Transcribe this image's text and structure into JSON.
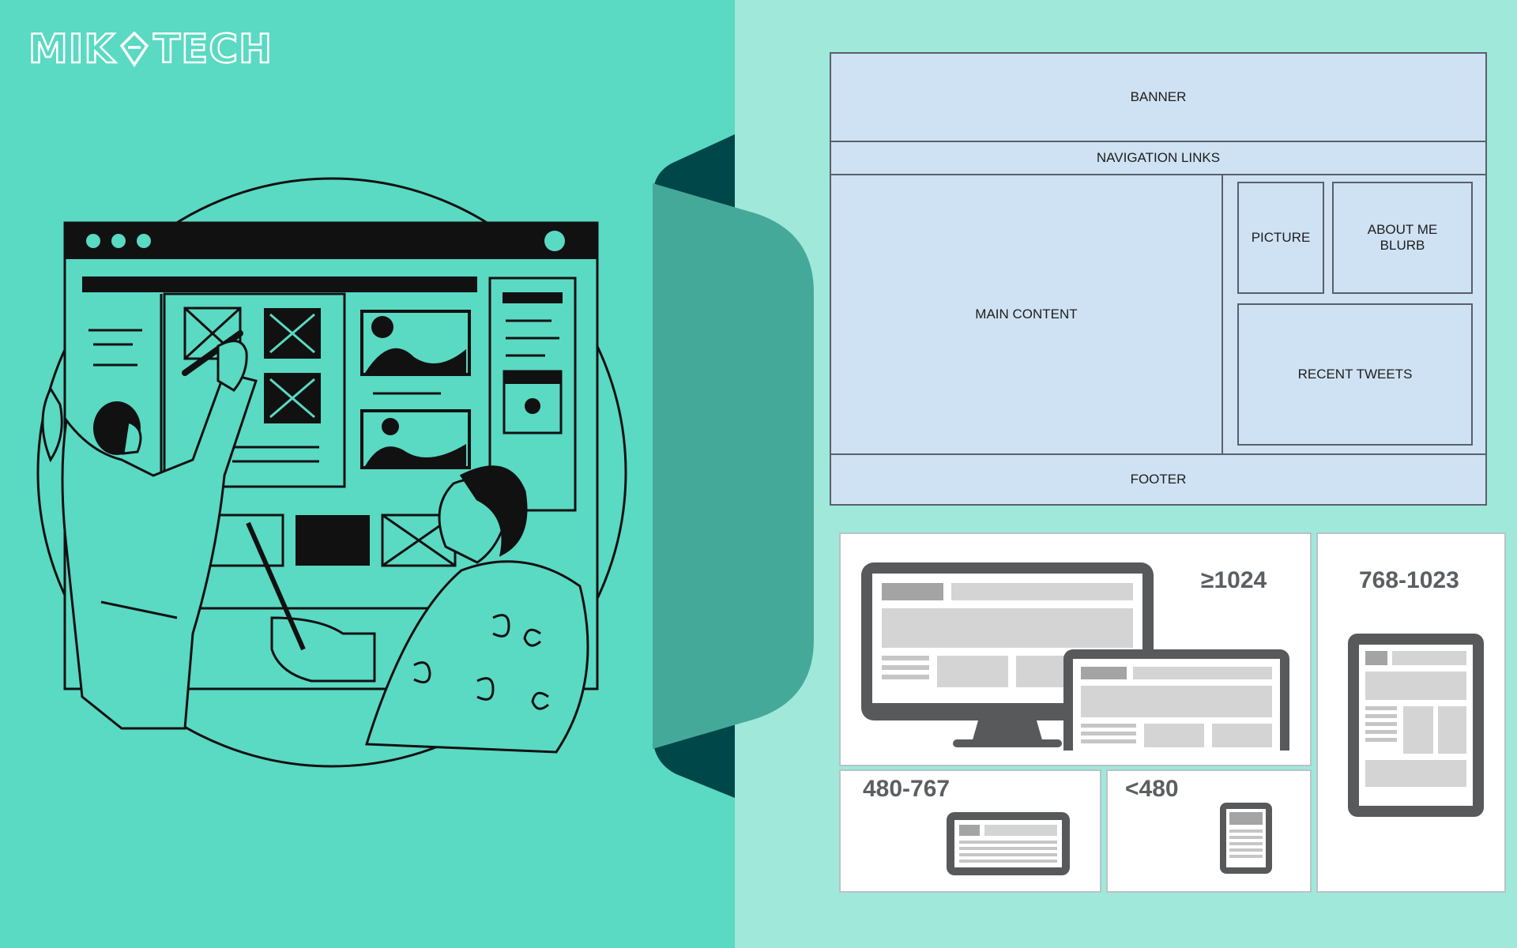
{
  "brand": {
    "logo_left": "MIK",
    "logo_right": "TECH"
  },
  "wireframe": {
    "banner": "BANNER",
    "nav": "NAVIGATION LINKS",
    "main": "MAIN CONTENT",
    "picture": "PICTURE",
    "about_line1": "ABOUT ME",
    "about_line2": "BLURB",
    "tweets": "RECENT TWEETS",
    "footer": "FOOTER"
  },
  "breakpoints": {
    "desktop": "≥1024",
    "tablet": "768-1023",
    "phablet": "480-767",
    "phone": "<480"
  },
  "colors": {
    "left_bg": "#5ad9c3",
    "right_bg": "#9fe8da",
    "tab_dark": "#00474a",
    "tab_mid": "#45a99a",
    "wireframe_fill": "#cfe2f3",
    "device_frame": "#58595b"
  }
}
